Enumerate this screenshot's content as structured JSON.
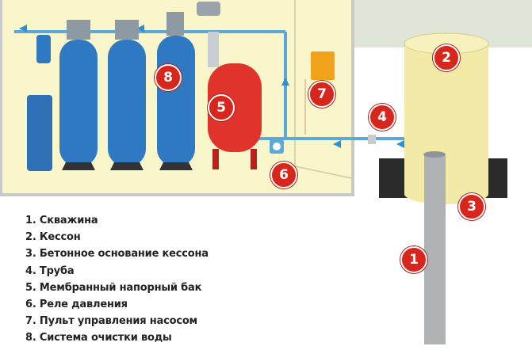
{
  "legend": [
    "1. Скважина",
    "2. Кессон",
    "3. Бетонное основание кессона",
    "4. Труба",
    "5. Мембранный напорный бак",
    "6. Реле давления",
    "7. Пульт управления насосом",
    "8. Система очистки воды"
  ],
  "markers": {
    "m1": "1",
    "m2": "2",
    "m3": "3",
    "m4": "4",
    "m5": "5",
    "m6": "6",
    "m7": "7",
    "m8": "8"
  },
  "colors": {
    "house": "#faf6cc",
    "pipe": "#5aa9d8",
    "filter": "#2f79c2",
    "tank": "#e0332b",
    "marker": "#d9261c",
    "caisson": "#f2eaa6",
    "well": "#aeb2b5"
  }
}
